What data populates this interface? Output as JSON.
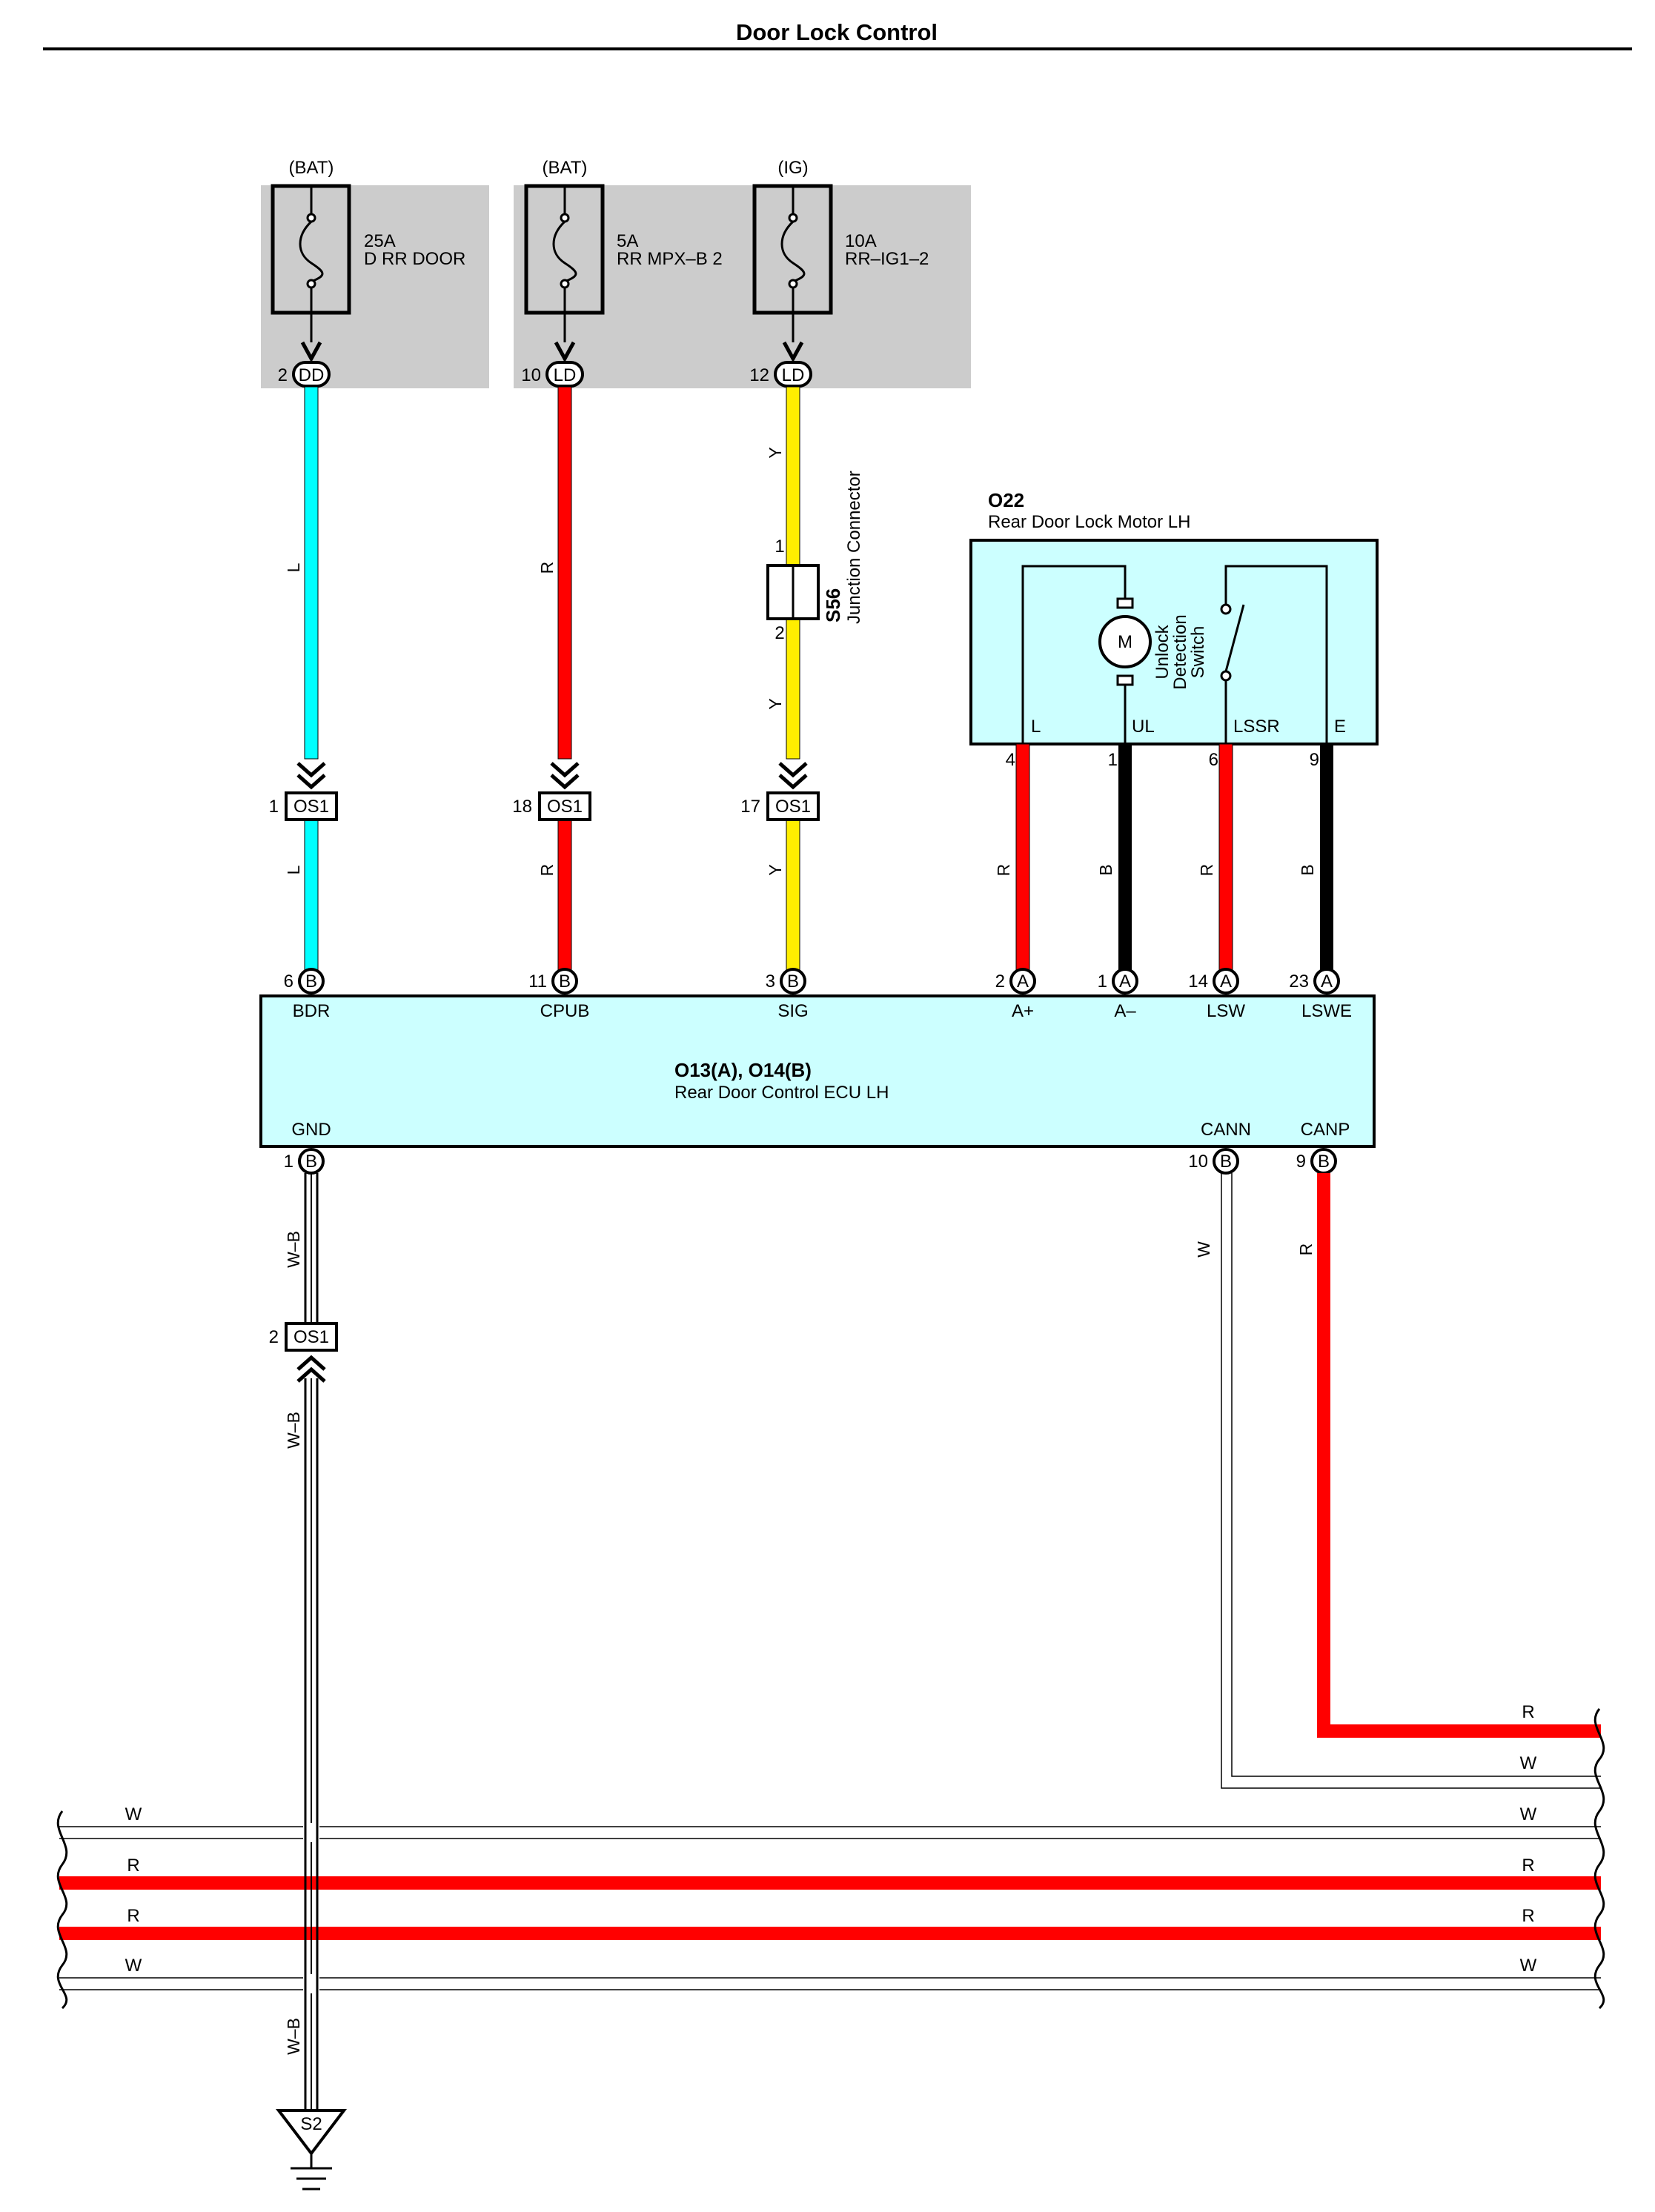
{
  "title": "Door Lock Control",
  "colors": {
    "L": "#00ffff",
    "R": "#ff0000",
    "Y": "#ffee00",
    "B": "#000000",
    "fuse_bg": "#cccccc",
    "component_bg": "#ccffff"
  },
  "fuses": [
    {
      "source": "(BAT)",
      "amp": "25A",
      "name": "D RR DOOR",
      "pin": "2",
      "connector": "DD"
    },
    {
      "source": "(BAT)",
      "amp": "5A",
      "name": "RR MPX–B 2",
      "pin": "10",
      "connector": "LD"
    },
    {
      "source": "(IG)",
      "amp": "10A",
      "name": "RR–IG1–2",
      "pin": "12",
      "connector": "LD"
    }
  ],
  "junction": {
    "id": "S56",
    "name": "Junction Connector",
    "pin_in": "1",
    "pin_out": "2"
  },
  "motor": {
    "id": "O22",
    "name": "Rear Door Lock Motor LH",
    "symbol": "M",
    "switch_label": [
      "Unlock",
      "Detection",
      "Switch"
    ],
    "terminals": [
      "L",
      "UL",
      "LSSR",
      "E"
    ],
    "pins": [
      "4",
      "1",
      "6",
      "9"
    ]
  },
  "os1": {
    "connector": "OS1",
    "pins": [
      "1",
      "18",
      "17"
    ],
    "gnd_pin": "2"
  },
  "ecu": {
    "id": "O13(A), O14(B)",
    "name": "Rear Door Control ECU LH",
    "top_terminals": [
      {
        "pin": "6",
        "conn": "B",
        "label": "BDR"
      },
      {
        "pin": "11",
        "conn": "B",
        "label": "CPUB"
      },
      {
        "pin": "3",
        "conn": "B",
        "label": "SIG"
      },
      {
        "pin": "2",
        "conn": "A",
        "label": "A+"
      },
      {
        "pin": "1",
        "conn": "A",
        "label": "A–"
      },
      {
        "pin": "14",
        "conn": "A",
        "label": "LSW"
      },
      {
        "pin": "23",
        "conn": "A",
        "label": "LSWE"
      }
    ],
    "bottom_terminals": [
      {
        "pin": "1",
        "conn": "B",
        "label": "GND"
      },
      {
        "pin": "10",
        "conn": "B",
        "label": "CANN"
      },
      {
        "pin": "9",
        "conn": "B",
        "label": "CANP"
      }
    ]
  },
  "wire_codes": {
    "bdr": "L",
    "cpub": "R",
    "sig": "Y",
    "a_plus": "R",
    "a_minus": "B",
    "lsw": "R",
    "lswe": "B",
    "gnd": "W–B",
    "cann": "W",
    "canp": "R"
  },
  "bus_lines": [
    {
      "code": "R",
      "left": "",
      "right": "R"
    },
    {
      "code": "W",
      "left": "",
      "right": "W"
    },
    {
      "code": "W",
      "left": "W",
      "right": "W"
    },
    {
      "code": "R",
      "left": "R",
      "right": "R"
    },
    {
      "code": "R",
      "left": "R",
      "right": "R"
    },
    {
      "code": "W",
      "left": "W",
      "right": "W"
    }
  ],
  "ground": {
    "id": "S2"
  }
}
